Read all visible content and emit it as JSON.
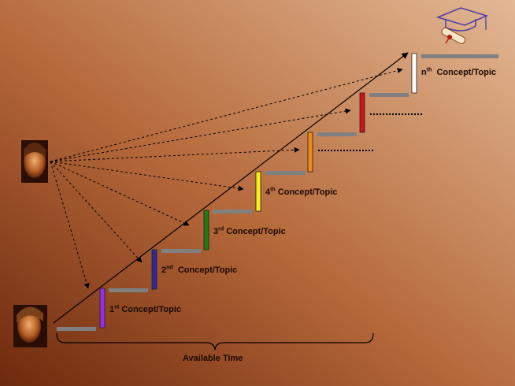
{
  "steps": [
    {
      "ord": "1",
      "sup": "st",
      "label": "Concept/Topic",
      "color": "#9b2be6"
    },
    {
      "ord": "2",
      "sup": "nd",
      "label": "Concept/Topic",
      "color": "#2c2a9a"
    },
    {
      "ord": "3",
      "sup": "rd",
      "label": "Concept/Topic",
      "color": "#1f7a12"
    },
    {
      "ord": "4",
      "sup": "th",
      "label": "Concept/Topic",
      "color": "#f4ef1a"
    },
    {
      "ord": "",
      "sup": "",
      "label": "",
      "color": "#f08a14"
    },
    {
      "ord": "",
      "sup": "",
      "label": "",
      "color": "#d0121a"
    },
    {
      "ord": "n",
      "sup": "th",
      "label": "Concept/Topic",
      "color": "#ffffff"
    }
  ],
  "footer": {
    "label": "Available Time"
  },
  "icons": {
    "learner_top": "student-face-icon",
    "learner_bottom": "student-face-icon",
    "graduation": "graduation-cap-diploma-icon"
  },
  "colors": {
    "bg_dark": "#7a3212",
    "bg_light": "#dcae84",
    "tread": "#808080",
    "ink": "#000000"
  }
}
